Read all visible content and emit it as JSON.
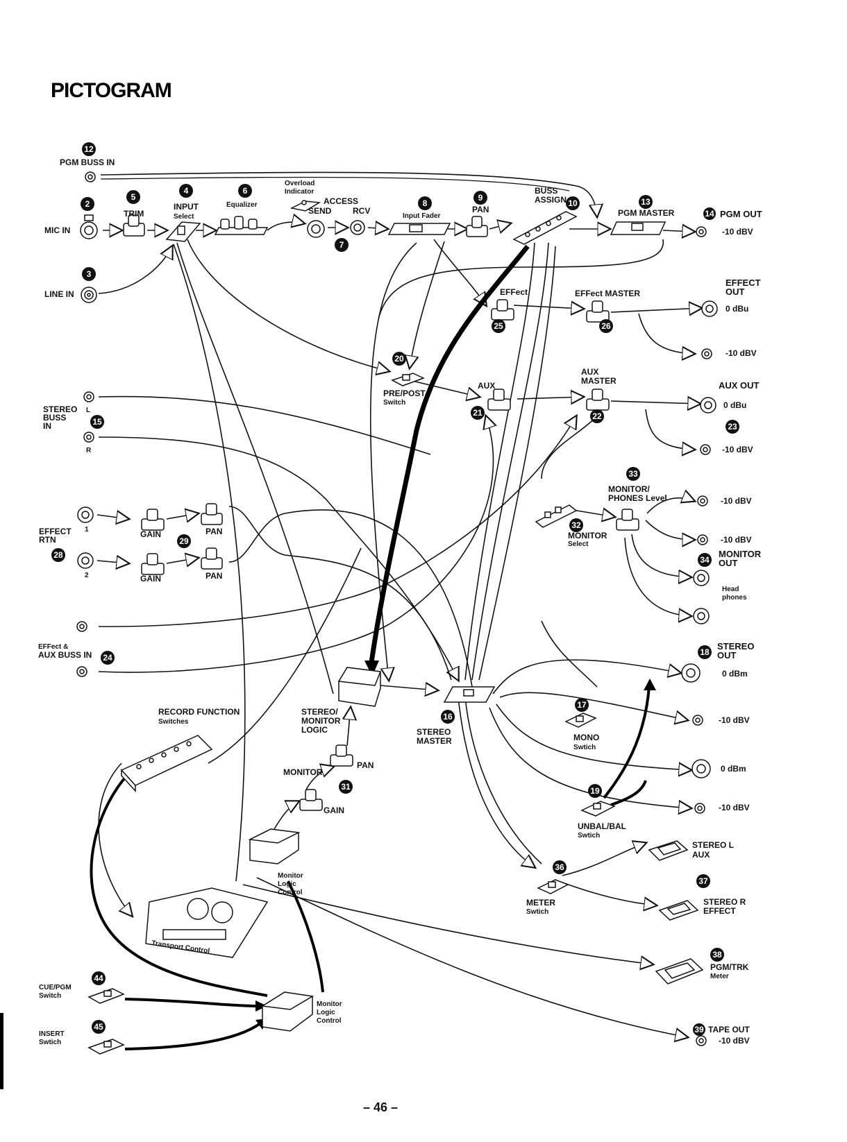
{
  "page": {
    "title": "PICTOGRAM",
    "page_number": "– 46 –"
  },
  "labels": {
    "pgm_buss_in": "PGM BUSS IN",
    "mic_in": "MIC IN",
    "trim": "TRIM",
    "input_select_1": "INPUT",
    "input_select_2": "Select",
    "equalizer": "Equalizer",
    "overload_1": "Overload",
    "overload_2": "Indicator",
    "access": "ACCESS",
    "send": "SEND",
    "rcv": "RCV",
    "input_fader": "Input Fader",
    "pan_ch": "PAN",
    "buss_assign_1": "BUSS",
    "buss_assign_2": "ASSIGN",
    "pgm_master": "PGM MASTER",
    "pgm_out": "PGM OUT",
    "pgm_out_level": "-10 dBV",
    "line_in": "LINE IN",
    "effect_send": "EFFect",
    "effect_master": "EFFect MASTER",
    "effect_out_1": "EFFECT",
    "effect_out_2": "OUT",
    "effect_out_0dbu": "0 dBu",
    "effect_out_m10": "-10 dBV",
    "pre_post_1": "PRE/POST",
    "pre_post_2": "Switch",
    "aux": "AUX",
    "aux_master_1": "AUX",
    "aux_master_2": "MASTER",
    "aux_out": "AUX OUT",
    "aux_out_0dbu": "0 dBu",
    "aux_out_m10": "-10 dBV",
    "stereo_buss_in_1": "STEREO",
    "stereo_buss_in_2": "BUSS",
    "stereo_buss_in_3": "IN",
    "l": "L",
    "r": "R",
    "monitor_phones_1": "MONITOR/",
    "monitor_phones_2": "PHONES Level",
    "monitor_phones_m10a": "-10 dBV",
    "monitor_phones_m10b": "-10 dBV",
    "monitor_select_1": "MONITOR",
    "monitor_select_2": "Select",
    "monitor_out_1": "MONITOR",
    "monitor_out_2": "OUT",
    "headphones_1": "Head",
    "headphones_2": "phones",
    "effect_rtn_1": "EFFECT",
    "effect_rtn_2": "RTN",
    "rtn1": "1",
    "rtn2": "2",
    "gain_a": "GAIN",
    "gain_b": "GAIN",
    "pan_a": "PAN",
    "pan_b": "PAN",
    "effect_aux_buss_in_1": "EFFect &",
    "effect_aux_buss_in_2": "AUX BUSS IN",
    "stereo_out_1": "STEREO",
    "stereo_out_2": "OUT",
    "stereo_out_0dbm_a": "0 dBm",
    "stereo_out_m10_a": "-10 dBV",
    "stereo_out_0dbm_b": "0 dBm",
    "stereo_out_m10_b": "-10 dBV",
    "record_function_1": "RECORD FUNCTION",
    "record_function_2": "Switches",
    "stereo_monitor_logic_1": "STEREO/",
    "stereo_monitor_logic_2": "MONITOR",
    "stereo_monitor_logic_3": "LOGIC",
    "stereo_master_1": "STEREO",
    "stereo_master_2": "MASTER",
    "mono_1": "MONO",
    "mono_2": "Swtich",
    "monitor": "MONITOR",
    "pan_mon": "PAN",
    "gain_mon": "GAIN",
    "unbal_1": "UNBAL/BAL",
    "unbal_2": "Swtich",
    "stereo_l_aux_1": "STEREO L",
    "stereo_l_aux_2": "AUX",
    "stereo_r_eff_1": "STEREO R",
    "stereo_r_eff_2": "EFFECT",
    "monitor_logic_a_1": "Monitor",
    "monitor_logic_a_2": "Logic",
    "monitor_logic_a_3": "Control",
    "transport": "Transport Control",
    "meter_1": "METER",
    "meter_2": "Swtich",
    "pgm_trk_1": "PGM/TRK",
    "pgm_trk_2": "Meter",
    "cue_pgm_1": "CUE/PGM",
    "cue_pgm_2": "Switch",
    "insert_1": "INSERT",
    "insert_2": "Swtich",
    "monitor_logic_b_1": "Monitor",
    "monitor_logic_b_2": "Logic",
    "monitor_logic_b_3": "Control",
    "tape_out": "TAPE OUT",
    "tape_out_level": "-10 dBV"
  },
  "markers": {
    "m2": "2",
    "m3": "3",
    "m4": "4",
    "m5": "5",
    "m6": "6",
    "m7": "7",
    "m8": "8",
    "m9": "9",
    "m10": "10",
    "m12": "12",
    "m13": "13",
    "m14": "14",
    "m15": "15",
    "m16": "16",
    "m17": "17",
    "m18": "18",
    "m19": "19",
    "m20": "20",
    "m21": "21",
    "m22": "22",
    "m23": "23",
    "m24": "24",
    "m25": "25",
    "m26": "26",
    "m28": "28",
    "m29": "29",
    "m31": "31",
    "m32": "32",
    "m33": "33",
    "m34": "34",
    "m36": "36",
    "m37": "37",
    "m38": "38",
    "m39": "39",
    "m44": "44",
    "m45": "45"
  }
}
